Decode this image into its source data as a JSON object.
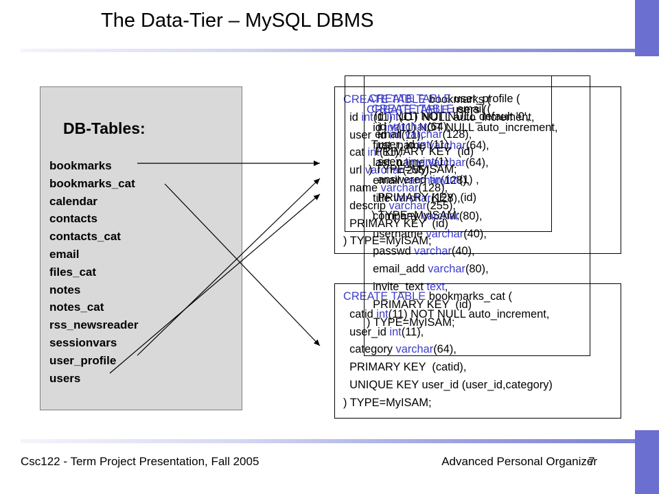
{
  "slide": {
    "title": "The Data-Tier – MySQL DBMS",
    "footer_left": "Csc122 - Term Project Presentation, Fall 2005",
    "footer_right": "Advanced Personal Organizer",
    "page_number": "7"
  },
  "db_panel": {
    "heading": "DB-Tables:",
    "tables": [
      "bookmarks",
      "bookmarks_cat",
      "calendar",
      "contacts",
      "contacts_cat",
      "email",
      "files_cat",
      "notes",
      "notes_cat",
      "rss_newsreader",
      "sessionvars",
      "user_profile",
      "users"
    ]
  },
  "sql_blocks": {
    "email": [
      [
        {
          "t": "CREATE TABLE ",
          "k": true
        },
        {
          "t": "email ("
        }
      ],
      [
        {
          "t": "  id "
        },
        {
          "t": "varchar",
          "k": true
        },
        {
          "t": "(64),"
        }
      ],
      [
        {
          "t": "  user_id "
        },
        {
          "t": "int",
          "k": true
        },
        {
          "t": "(11),"
        }
      ],
      [
        {
          "t": "  seen "
        },
        {
          "t": "tinyint",
          "k": true
        },
        {
          "t": "(1) ,"
        }
      ],
      [
        {
          "t": "  answered "
        },
        {
          "t": "tinyint",
          "k": true
        },
        {
          "t": "(1) ,"
        }
      ],
      [
        {
          "t": "  PRIMARY KEY  (id)"
        }
      ],
      [
        {
          "t": ") TYPE=MyISAM;"
        }
      ]
    ],
    "users": [
      [
        {
          "t": "CREATE TABLE ",
          "k": true
        },
        {
          "t": "users ("
        }
      ],
      [
        {
          "t": "  id "
        },
        {
          "t": "int",
          "k": true
        },
        {
          "t": "(11) NOT NULL auto_increment,"
        }
      ],
      [
        {
          "t": "  first_name "
        },
        {
          "t": "varchar",
          "k": true
        },
        {
          "t": "(64),"
        }
      ],
      [
        {
          "t": "  last_name "
        },
        {
          "t": "varchar",
          "k": true
        },
        {
          "t": "(64),"
        }
      ],
      [
        {
          "t": "  email "
        },
        {
          "t": "varchar",
          "k": true
        },
        {
          "t": "(128),"
        }
      ],
      [
        {
          "t": "  title "
        },
        {
          "t": "varchar",
          "k": true
        },
        {
          "t": "(128),"
        }
      ],
      [
        {
          "t": "  company "
        },
        {
          "t": "varchar",
          "k": true
        },
        {
          "t": "(80),"
        }
      ],
      [
        {
          "t": "  username "
        },
        {
          "t": "varchar",
          "k": true
        },
        {
          "t": "(40),"
        }
      ],
      [
        {
          "t": "  passwd "
        },
        {
          "t": "varchar",
          "k": true
        },
        {
          "t": "(40),"
        }
      ],
      [
        {
          "t": "  email_add "
        },
        {
          "t": "varchar",
          "k": true
        },
        {
          "t": "(80),"
        }
      ],
      [
        {
          "t": "  invite_text "
        },
        {
          "t": "text",
          "k": true
        },
        {
          "t": ","
        }
      ],
      [
        {
          "t": "  PRIMARY KEY  (id)"
        }
      ],
      [
        {
          "t": ") TYPE=MyISAM;"
        }
      ]
    ],
    "bookmarks": [
      [
        {
          "t": "CREATE TABLE ",
          "k": true
        },
        {
          "t": "bookmarks ("
        }
      ],
      [
        {
          "t": "  id "
        },
        {
          "t": "int",
          "k": true
        },
        {
          "t": "(11) NOT NULL auto_increment,"
        }
      ],
      [
        {
          "t": "  user_id "
        },
        {
          "t": "int",
          "k": true
        },
        {
          "t": "(11),"
        }
      ],
      [
        {
          "t": "  cat "
        },
        {
          "t": "int",
          "k": true
        },
        {
          "t": "(11),"
        }
      ],
      [
        {
          "t": "  url "
        },
        {
          "t": "varchar",
          "k": true
        },
        {
          "t": "(255),"
        }
      ],
      [
        {
          "t": "  name "
        },
        {
          "t": "varchar",
          "k": true
        },
        {
          "t": "(128),"
        }
      ],
      [
        {
          "t": "  descrip "
        },
        {
          "t": "varchar",
          "k": true
        },
        {
          "t": "(255),"
        }
      ],
      [
        {
          "t": "  PRIMARY KEY  (id)"
        }
      ],
      [
        {
          "t": ") TYPE=MyISAM;"
        }
      ]
    ],
    "user_profile": [
      [
        {
          "t": "CREATE TABLE ",
          "k": true
        },
        {
          "t": "user_profile ("
        }
      ],
      [
        {
          "t": "  id "
        },
        {
          "t": "int",
          "k": true
        },
        {
          "t": "(11) NOT NULL default '0',"
        }
      ],
      [
        {
          "t": "  email "
        },
        {
          "t": "varchar",
          "k": true
        },
        {
          "t": "(128),"
        }
      ],
      [
        {
          "t": "  PRIMARY KEY  (id)"
        }
      ],
      [
        {
          "t": ") TYPE=MyISAM;"
        }
      ]
    ],
    "bookmarks_cat": [
      [
        {
          "t": "CREATE TABLE ",
          "k": true
        },
        {
          "t": "bookmarks_cat ("
        }
      ],
      [
        {
          "t": "  catid "
        },
        {
          "t": "int",
          "k": true
        },
        {
          "t": "(11) NOT NULL auto_increment,"
        }
      ],
      [
        {
          "t": "  user_id "
        },
        {
          "t": "int",
          "k": true
        },
        {
          "t": "(11),"
        }
      ],
      [
        {
          "t": "  category "
        },
        {
          "t": "varchar",
          "k": true
        },
        {
          "t": "(64),"
        }
      ],
      [
        {
          "t": "  PRIMARY KEY  (catid),"
        }
      ],
      [
        {
          "t": "  UNIQUE KEY user_id (user_id,category)"
        }
      ],
      [
        {
          "t": ") TYPE=MyISAM;"
        }
      ]
    ]
  },
  "colors": {
    "keyword": "#3c3cc8",
    "panel_fill": "#d9d9d9",
    "accent": "#6a6fd0"
  }
}
